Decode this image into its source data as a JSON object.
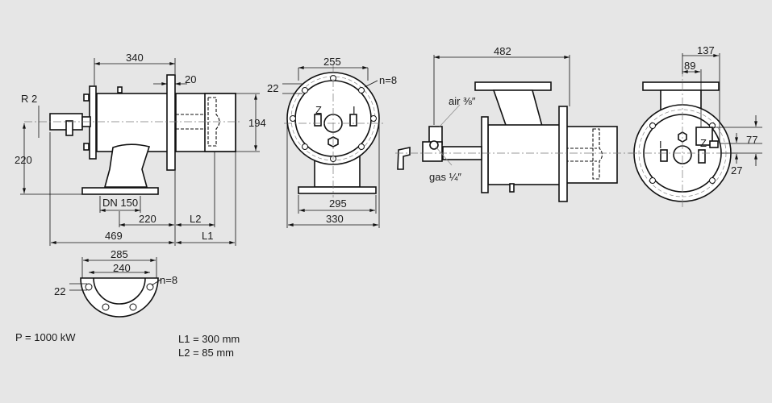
{
  "side_view": {
    "dim_340": "340",
    "dim_20": "20",
    "dim_r2": "R 2",
    "dim_194": "194",
    "dim_220_v": "220",
    "dim_dn": "DN 150",
    "dim_220_h": "220",
    "dim_l2": "L2",
    "dim_469": "469",
    "dim_l1": "L1"
  },
  "front_view": {
    "dim_255": "255",
    "dim_22": "22",
    "dim_n": "n=8",
    "label_z": "Z",
    "label_i": "I",
    "dim_295": "295",
    "dim_330": "330"
  },
  "rear_side_view": {
    "dim_482": "482",
    "label_air": "air ⅜″",
    "label_gas": "gas ¼″"
  },
  "rear_view": {
    "dim_137": "137",
    "dim_89": "89",
    "dim_77": "77",
    "dim_27": "27",
    "label_z": "Z",
    "label_i": "I"
  },
  "flange_view": {
    "dim_285": "285",
    "dim_240": "240",
    "dim_22": "22",
    "dim_n": "n=8"
  },
  "specs": {
    "power": "P = 1000 kW",
    "l1": "L1 = 300 mm",
    "l2": "L2 = 85 mm"
  }
}
